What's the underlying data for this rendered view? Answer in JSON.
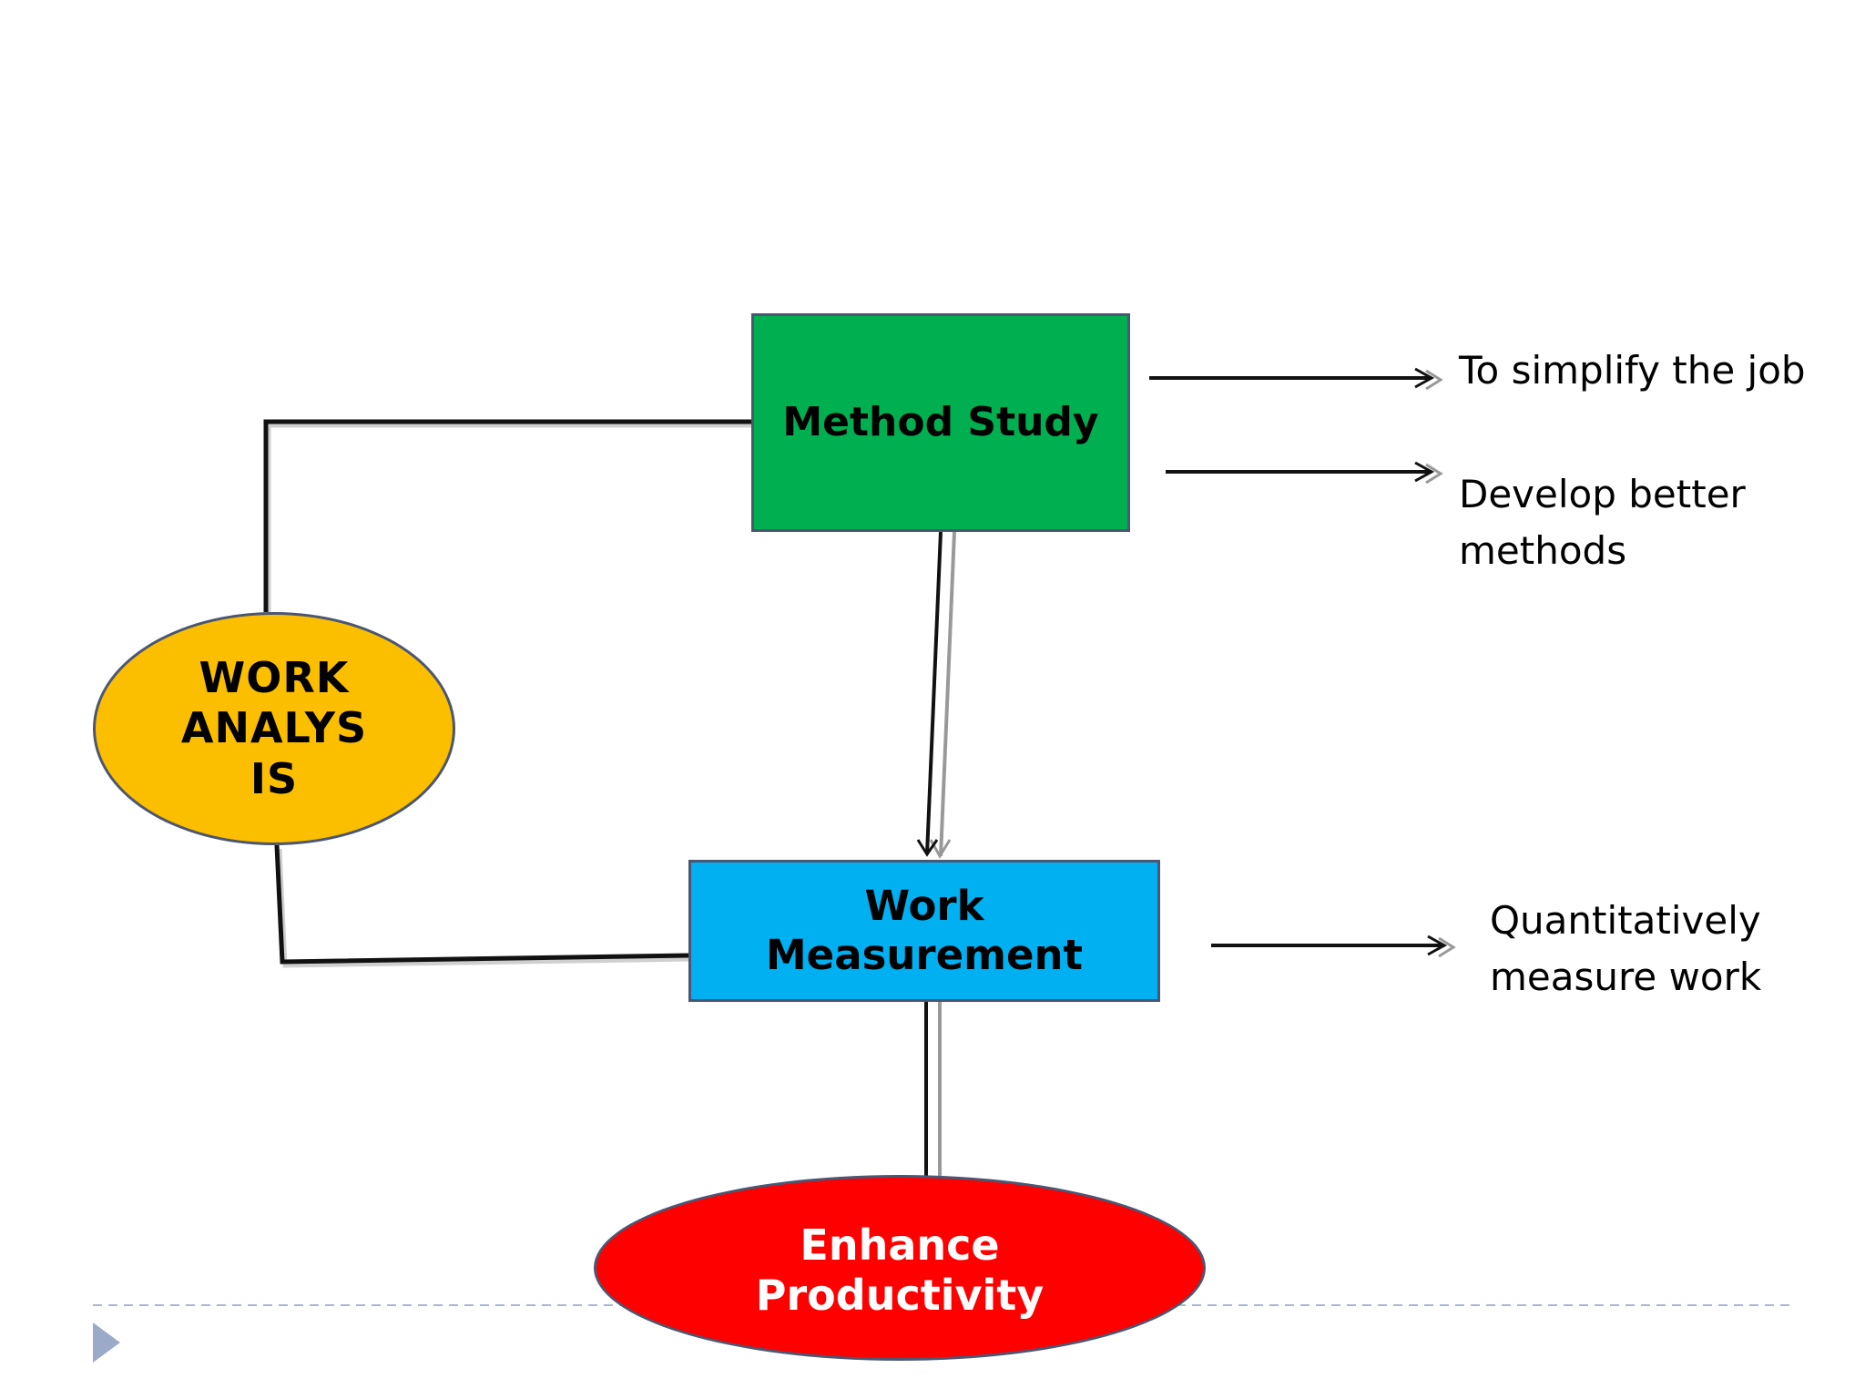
{
  "colors": {
    "method_study_fill": "#00b050",
    "work_measurement_fill": "#00b0f0",
    "work_analysis_fill": "#fcbf00",
    "enhance_productivity_fill": "#ff0000",
    "node_border": "#4a5672",
    "connector": "#111111",
    "divider": "#aab7cf",
    "play_marker": "#9aaac8"
  },
  "nodes": {
    "method_study": {
      "lines": [
        "Method Study"
      ]
    },
    "work_measurement": {
      "lines": [
        "Work",
        "Measurement"
      ]
    },
    "work_analysis": {
      "lines": [
        "WORK",
        "ANALYS",
        "IS"
      ]
    },
    "enhance_productivity": {
      "lines": [
        "Enhance",
        "Productivity"
      ]
    }
  },
  "notes": {
    "simplify": {
      "lines": [
        "To simplify the job"
      ]
    },
    "develop": {
      "lines": [
        "Develop better",
        "methods"
      ]
    },
    "quantitative": {
      "lines": [
        "Quantitatively",
        "measure work"
      ]
    }
  },
  "icons": {
    "footer_marker": "play-triangle-icon"
  }
}
